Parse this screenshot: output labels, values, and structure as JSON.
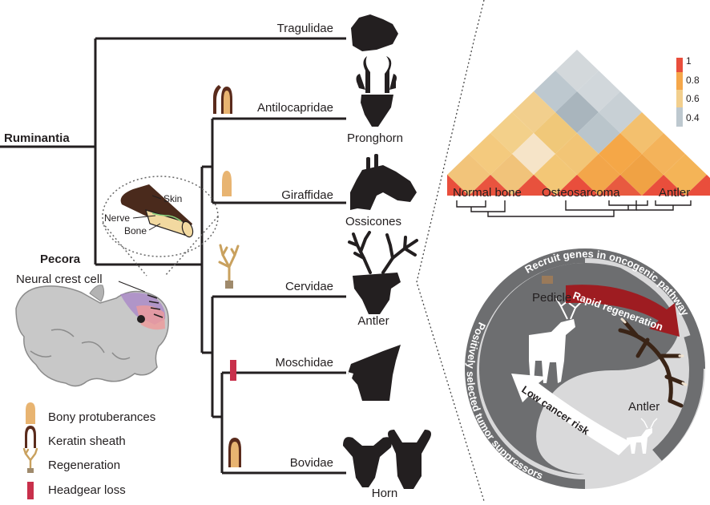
{
  "tree": {
    "clades": {
      "ruminantia": "Ruminantia",
      "pecora": "Pecora"
    },
    "taxa": [
      {
        "name": "Tragulidae"
      },
      {
        "name": "Antilocapridae",
        "headgear": "Pronghorn"
      },
      {
        "name": "Giraffidae",
        "headgear": "Ossicones"
      },
      {
        "name": "Cervidae",
        "headgear": "Antler"
      },
      {
        "name": "Moschidae"
      },
      {
        "name": "Bovidae",
        "headgear": "Horn"
      }
    ]
  },
  "inset": {
    "labels": {
      "skin": "Skin",
      "nerve": "Nerve",
      "bone": "Bone",
      "neural_crest": "Neural crest cell"
    },
    "colors": {
      "skin": "#4a2a1c",
      "bone": "#f2d9a0",
      "nerve": "#8bd17c",
      "embryo": "#c8c8c8",
      "crest_purple": "#a884c8",
      "crest_pink": "#ef9a9a"
    }
  },
  "legend": {
    "items": [
      {
        "label": "Bony protuberances",
        "icon": "bony-protuberance-icon",
        "color": "#e8b471"
      },
      {
        "label": "Keratin sheath",
        "icon": "keratin-sheath-icon",
        "color": "#5a2b1c"
      },
      {
        "label": "Regeneration",
        "icon": "antler-regeneration-icon",
        "color": "#c9a15e"
      },
      {
        "label": "Headgear loss",
        "icon": "headgear-loss-icon",
        "color": "#c8304b"
      }
    ]
  },
  "heatmap": {
    "labels": {
      "groups": [
        "Normal bone",
        "Osteosarcoma",
        "Antler"
      ]
    },
    "scale": {
      "ticks": [
        "1",
        "0.8",
        "0.6",
        "0.4"
      ],
      "colors": [
        "#e94e3c",
        "#f5a74a",
        "#f2cf8d",
        "#bdc8cf"
      ]
    }
  },
  "circle": {
    "top_text": "Recruit genes in oncogenic pathway",
    "bottom_text": "Positively selected tumor suppressors",
    "labels": {
      "pedicle": "Pedicle",
      "antler": "Antler",
      "rapid": "Rapid regeneration",
      "cancer": "Low cancer risk"
    },
    "colors": {
      "ring": "#6d6e70",
      "bg": "#d9d9da",
      "arrow_red": "#9e1c21",
      "arrow_white": "#ffffff"
    }
  }
}
